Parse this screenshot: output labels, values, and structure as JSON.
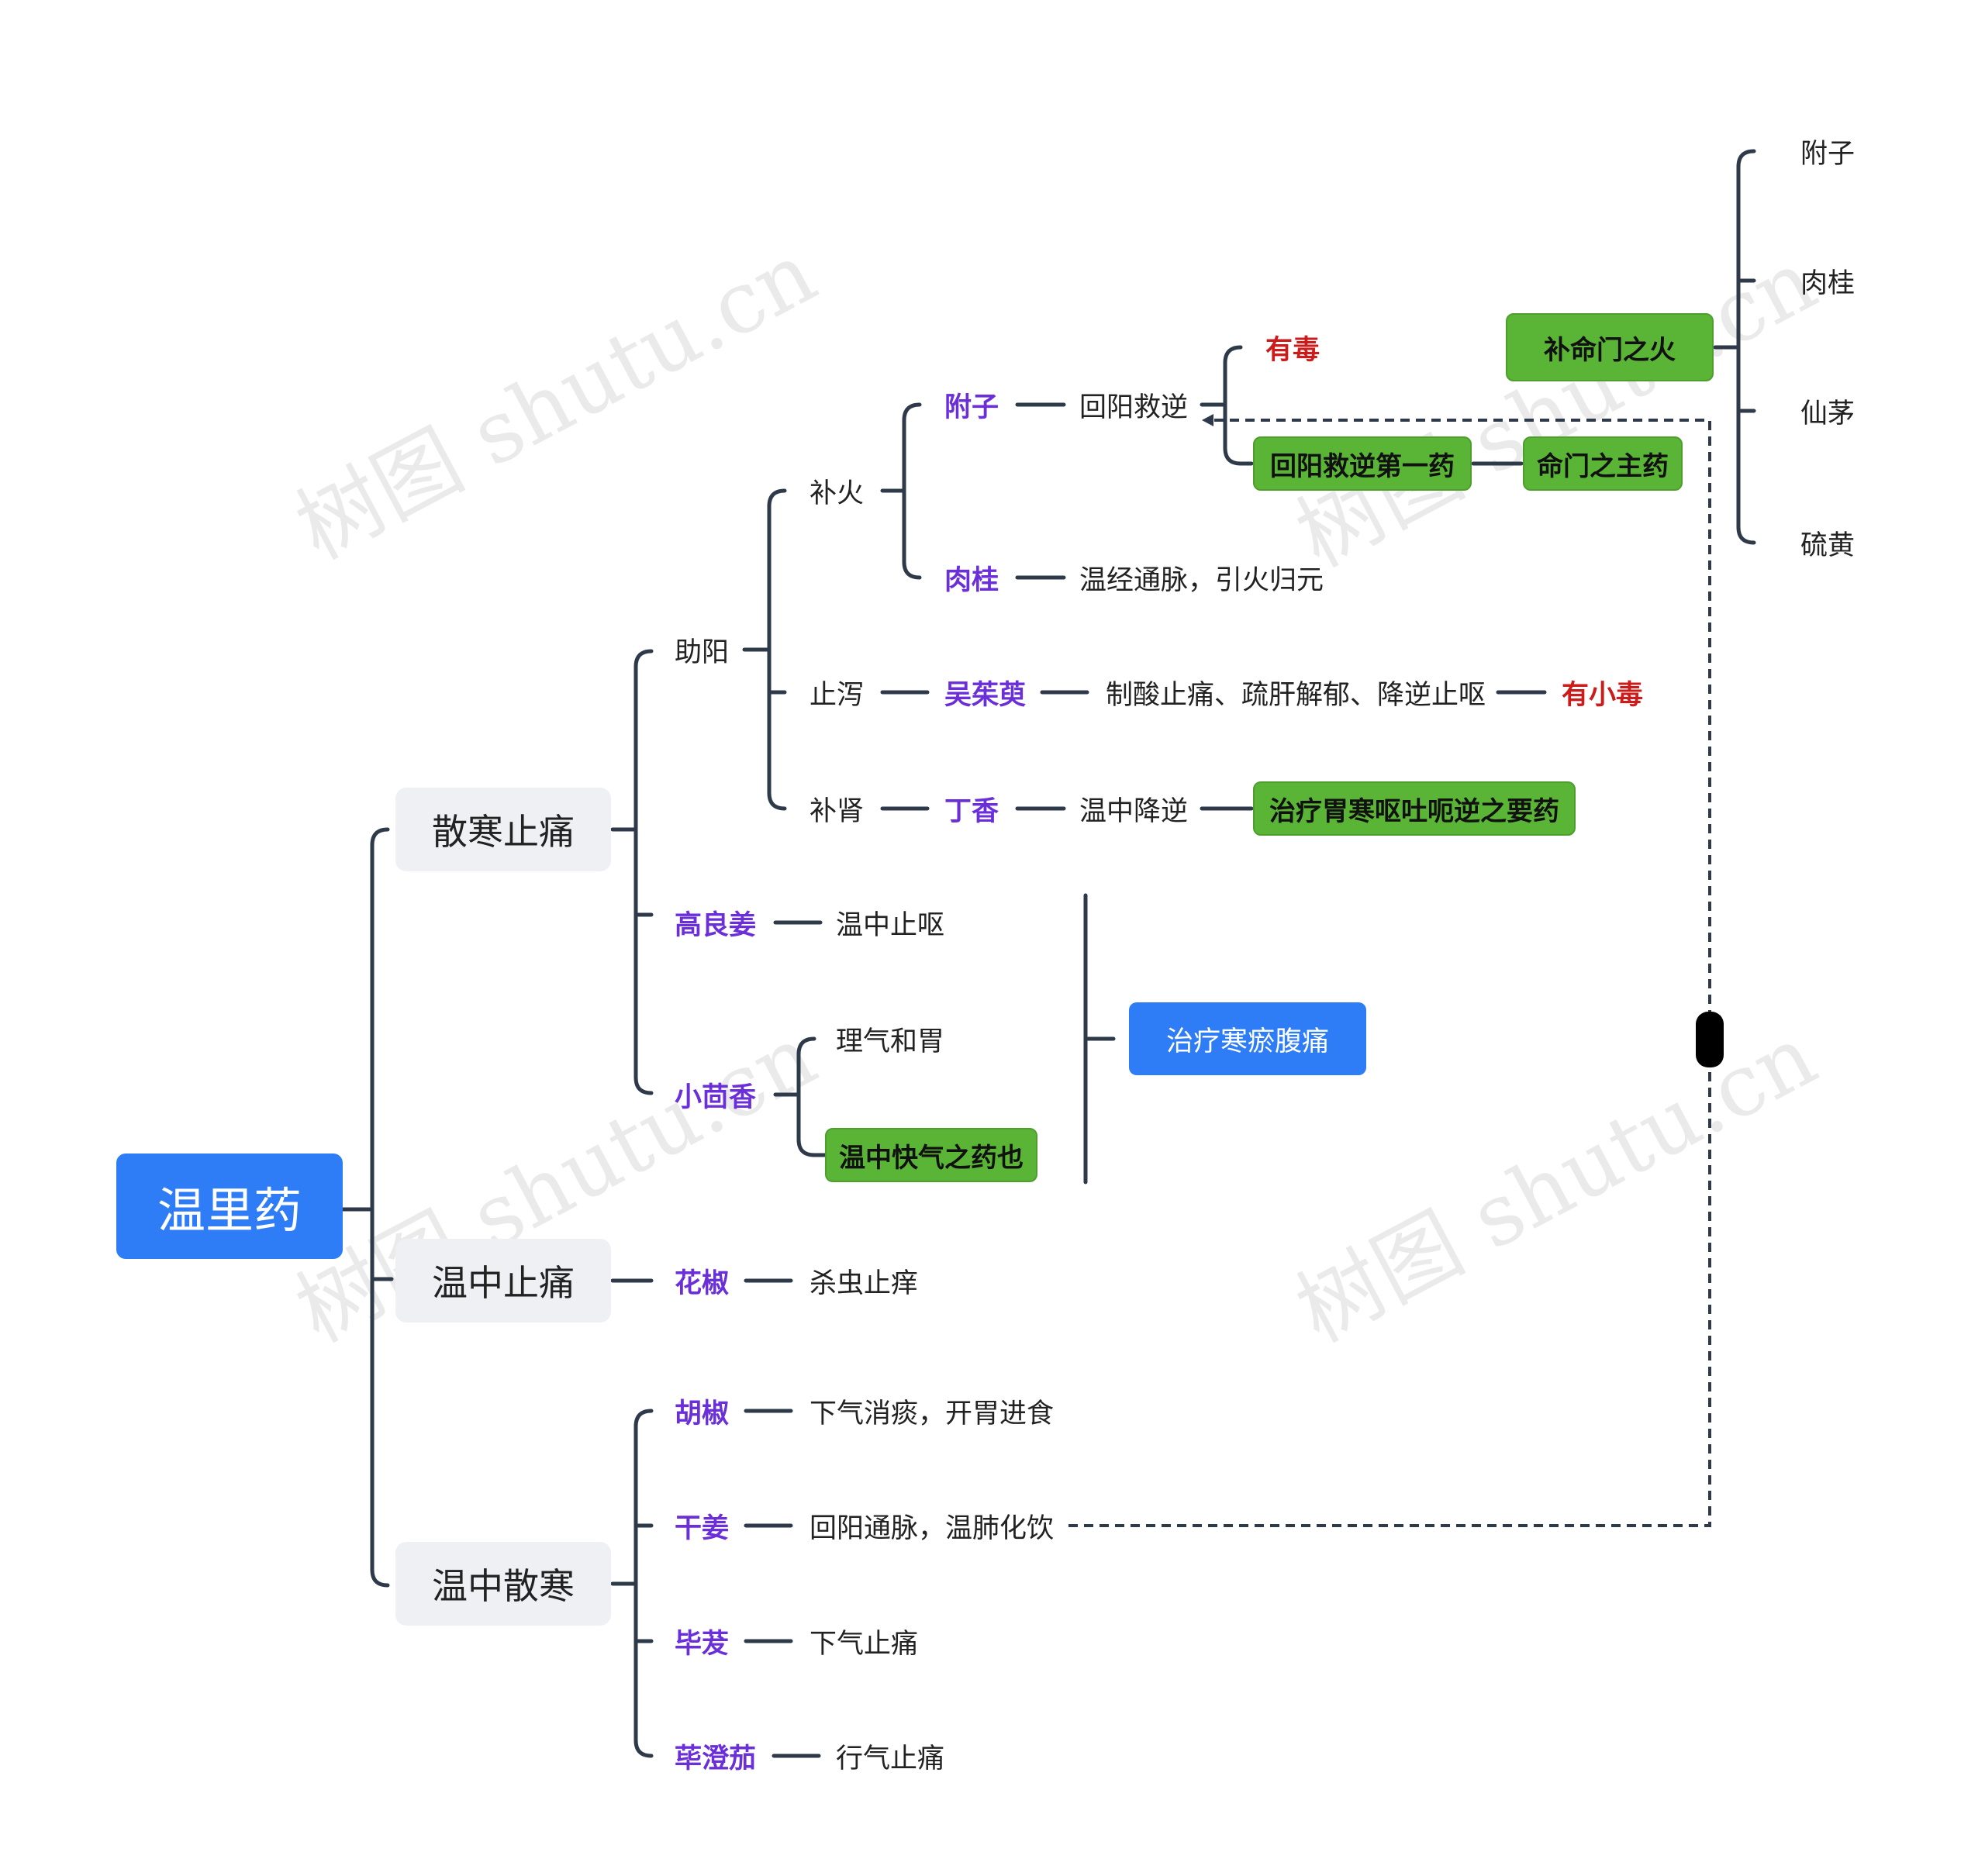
{
  "root": "温里药",
  "branches": {
    "sanhan": "散寒止痛",
    "wenzhong_zhitong": "温中止痛",
    "wenzhong_sanhan": "温中散寒"
  },
  "zhuyang": {
    "label": "助阳",
    "buhuo": {
      "label": "补火",
      "fuzi": {
        "name": "附子",
        "effect": "回阳救逆",
        "toxic": "有毒",
        "note1": "回阳救逆第一药",
        "note2": "命门之主药",
        "buming": "补命门之火",
        "buming_items": [
          "附子",
          "肉桂",
          "仙茅",
          "硫黄"
        ]
      },
      "rougui": {
        "name": "肉桂",
        "effect": "温经通脉，引火归元"
      }
    },
    "zhixie": {
      "label": "止泻",
      "herb": "吴茱萸",
      "effect": "制酸止痛、疏肝解郁、降逆止呕",
      "toxic": "有小毒"
    },
    "bushen": {
      "label": "补肾",
      "herb": "丁香",
      "effect": "温中降逆",
      "note": "治疗胃寒呕吐呃逆之要药"
    }
  },
  "gaoliangjiang": {
    "name": "高良姜",
    "effect": "温中止呕"
  },
  "xiaohuixiang": {
    "name": "小茴香",
    "effect1": "理气和胃",
    "effect2": "温中快气之药也"
  },
  "hanyu": "治疗寒瘀腹痛",
  "huajiao": {
    "name": "花椒",
    "effect": "杀虫止痒"
  },
  "hujiao": {
    "name": "胡椒",
    "effect": "下气消痰，开胃进食"
  },
  "ganjiang": {
    "name": "干姜",
    "effect": "回阳通脉，温肺化饮"
  },
  "biba": {
    "name": "毕茇",
    "effect": "下气止痛"
  },
  "bichengqie": {
    "name": "荜澄茄",
    "effect": "行气止痛"
  },
  "watermark": "树图 shutu.cn",
  "colors": {
    "root": "#2f7df6",
    "herb": "#6b2fd9",
    "toxic": "#cc1b1b",
    "green": "#5ab536",
    "line": "#2e3a4a"
  }
}
